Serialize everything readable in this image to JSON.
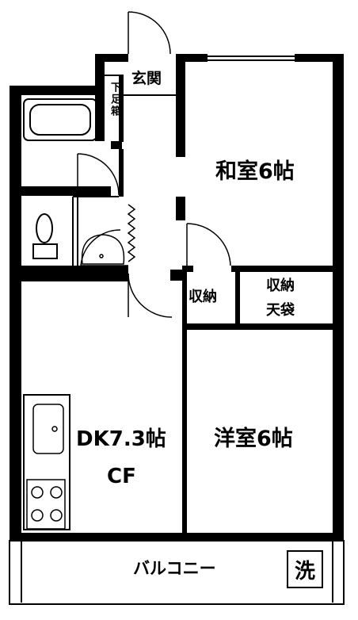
{
  "rooms": {
    "genkan": "玄関",
    "shoe_box": "下足箱",
    "washitsu": "和室6帖",
    "closet_small": "収納",
    "closet_large_line1": "収納",
    "closet_large_line2": "天袋",
    "dk_line1": "DK7.3帖",
    "dk_line2": "CF",
    "youshitsu": "洋室6帖",
    "balcony": "バルコニー",
    "washer": "洗"
  }
}
